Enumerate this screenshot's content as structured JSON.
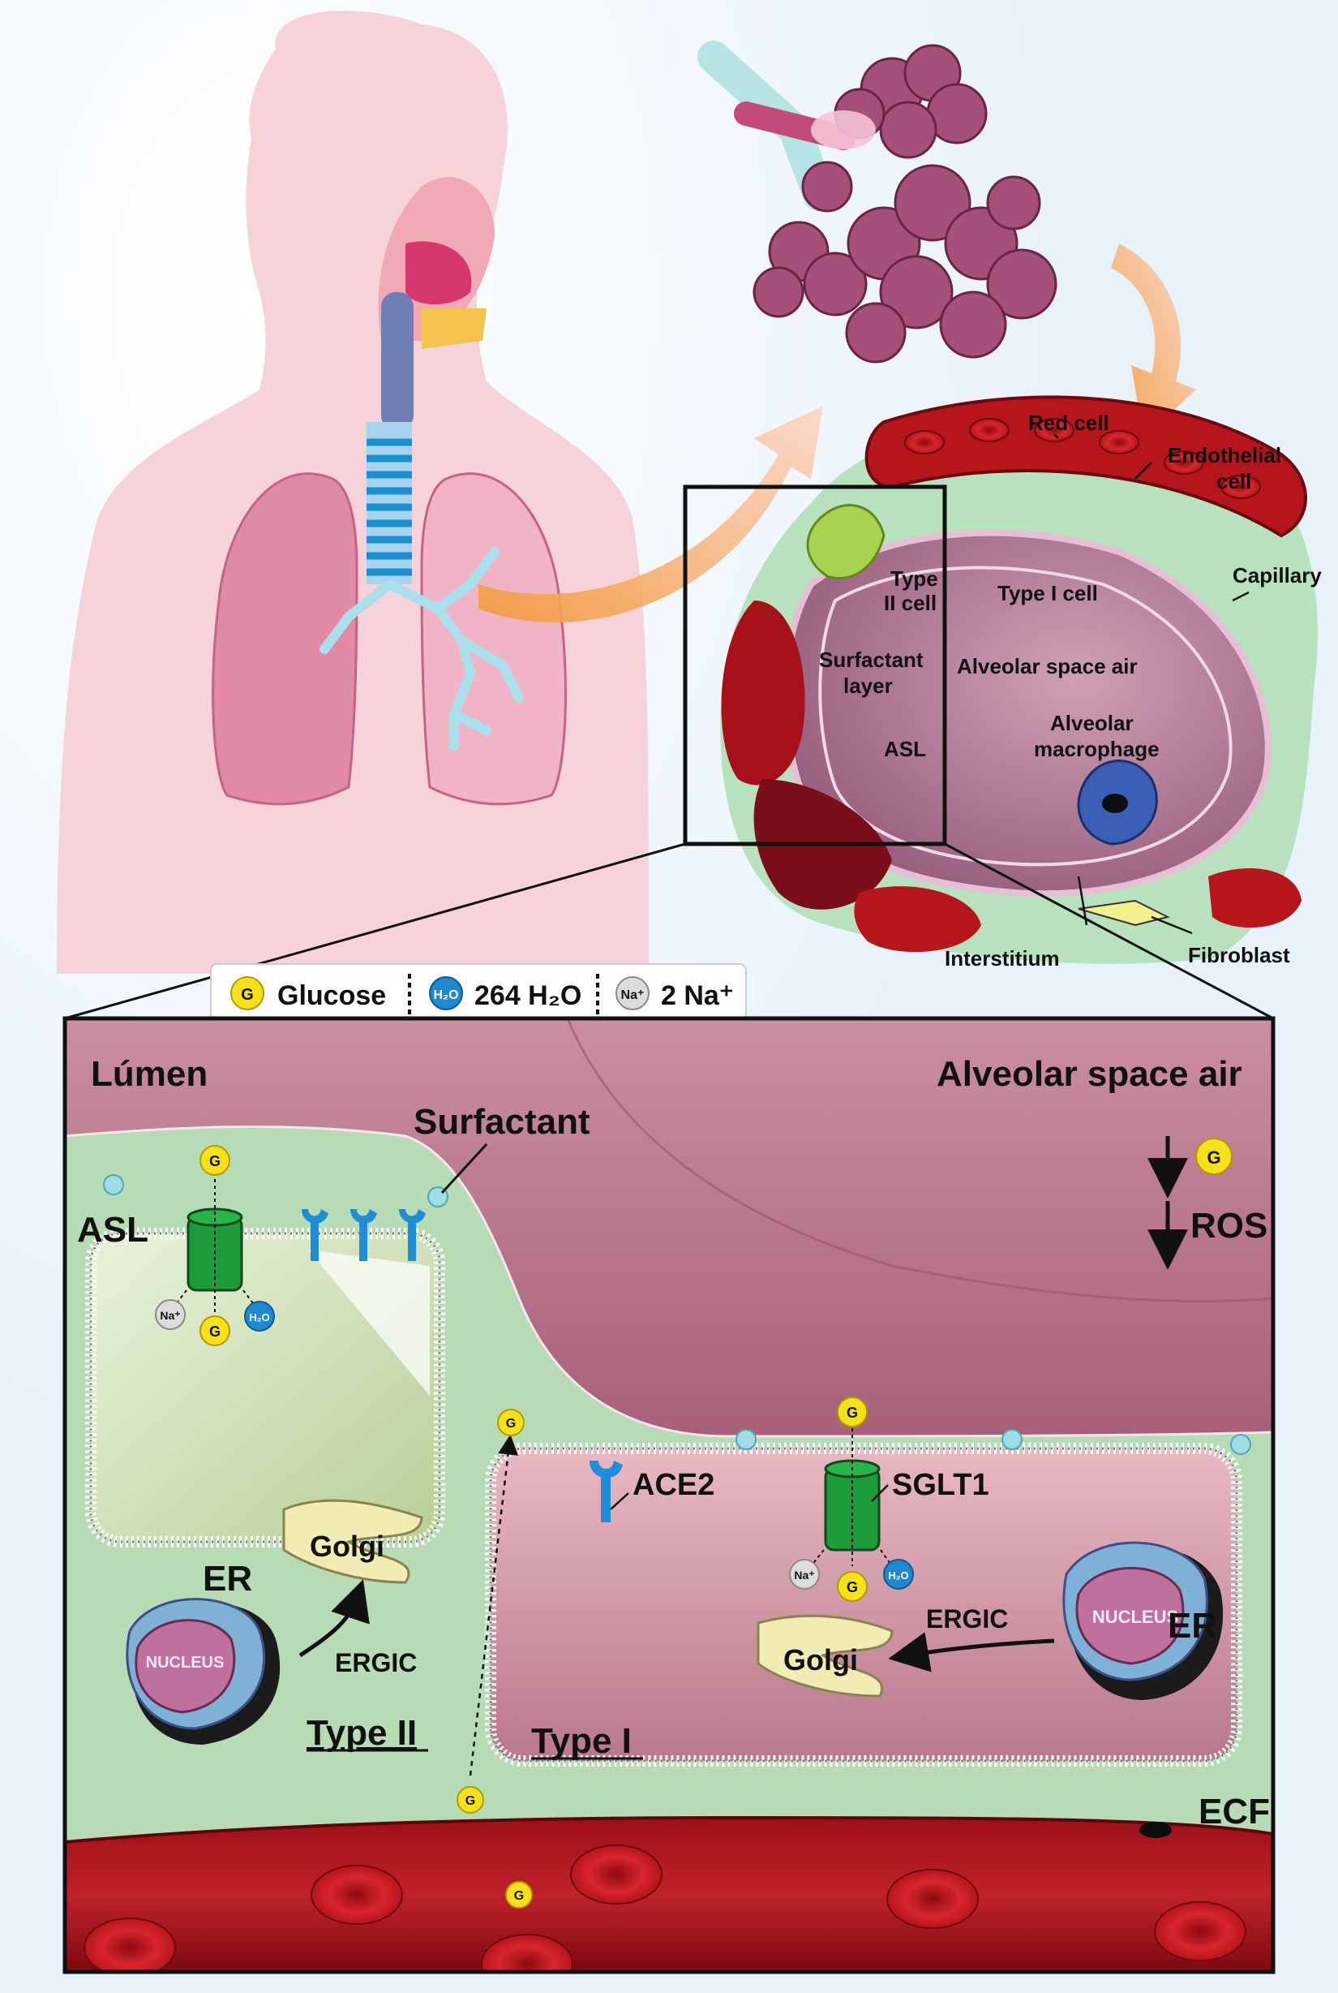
{
  "legend": {
    "glucose_symbol": "G",
    "glucose_label": "Glucose",
    "water_symbol": "H₂O",
    "water_label": "264 H₂O",
    "sodium_symbol": "Na⁺",
    "sodium_label": "2 Na⁺"
  },
  "alveolus_labels": {
    "red_cell": "Red cell",
    "endothelial_1": "Endothelial",
    "endothelial_2": "cell",
    "capillary": "Capillary",
    "type2_1": "Type",
    "type2_2": "II cell",
    "type1": "Type I cell",
    "surfactant_1": "Surfactant",
    "surfactant_2": "layer",
    "alveolar_air": "Alveolar space air",
    "asl": "ASL",
    "macrophage_1": "Alveolar",
    "macrophage_2": "macrophage",
    "interstitium": "Interstitium",
    "fibroblast": "Fibroblast"
  },
  "detail_labels": {
    "lumen": "Lúmen",
    "alveolar_air": "Alveolar space air",
    "surfactant": "Surfactant",
    "asl": "ASL",
    "ros": "ROS",
    "ace2": "ACE2",
    "sglt1": "SGLT1",
    "er": "ER",
    "ergic": "ERGIC",
    "golgi": "Golgi",
    "nucleus": "NUCLEUS",
    "type2": "Type II",
    "type1": "Type I",
    "ecf": "ECF",
    "g": "G",
    "na": "Na⁺",
    "h2o": "H₂O"
  },
  "colors": {
    "glucose": "#f5e11a",
    "water": "#1e88d0",
    "sodium": "#dcdcdc",
    "transporter": "#1f9a3a",
    "ace2": "#1e8fd6",
    "blood": "#b0151a",
    "type2_cell": "#cde0b4",
    "type1_cell": "#d89aa6",
    "skin": "#f6d3d8",
    "lung": "#e08aa6",
    "arrow": "#f5a45a",
    "background": "#e8f2fb"
  }
}
